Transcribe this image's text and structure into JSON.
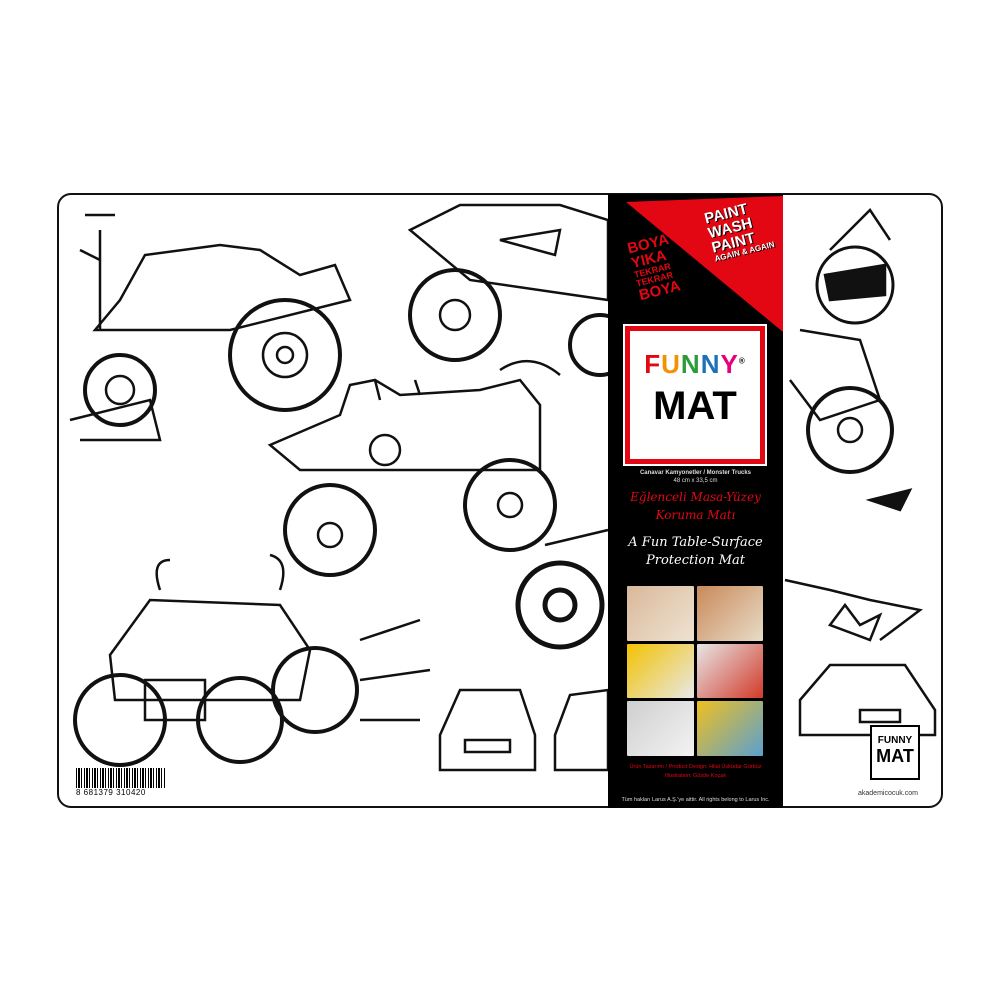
{
  "banner": {
    "en_lines": [
      "PAINT",
      "WASH",
      "PAINT"
    ],
    "en_again": "AGAIN & AGAIN",
    "tr_lines": [
      "BOYA",
      "YIKA"
    ],
    "tr_small": [
      "TEKRAR",
      "TEKRAR"
    ],
    "tr_last": "BOYA"
  },
  "logo": {
    "funny_letters": [
      "F",
      "U",
      "N",
      "N",
      "Y"
    ],
    "registered": "®",
    "mat": "MAT"
  },
  "product": {
    "name": "Canavar Kamyonetler / Monster Trucks",
    "size": "48 cm x 33,5 cm",
    "tagline_tr": [
      "Eğlenceli Masa-Yüzey",
      "Koruma Matı"
    ],
    "tagline_en": [
      "A Fun Table-Surface",
      "Protection Mat"
    ]
  },
  "credits": {
    "design": "Ürün Tasarımı / Product Design: Hilal Üsküdar Gürbüz",
    "illustration": "Illustration: Gözde Koçak",
    "rights": "Tüm hakları Larus A.Ş.'ye aittir. All rights belong to Larus Inc."
  },
  "barcode": "8 681379 310420",
  "small_logo": {
    "top": "FUNNY",
    "bottom": "MAT"
  },
  "website": "akademicocuk.com",
  "colors": {
    "red": "#e30613",
    "black": "#000000"
  }
}
